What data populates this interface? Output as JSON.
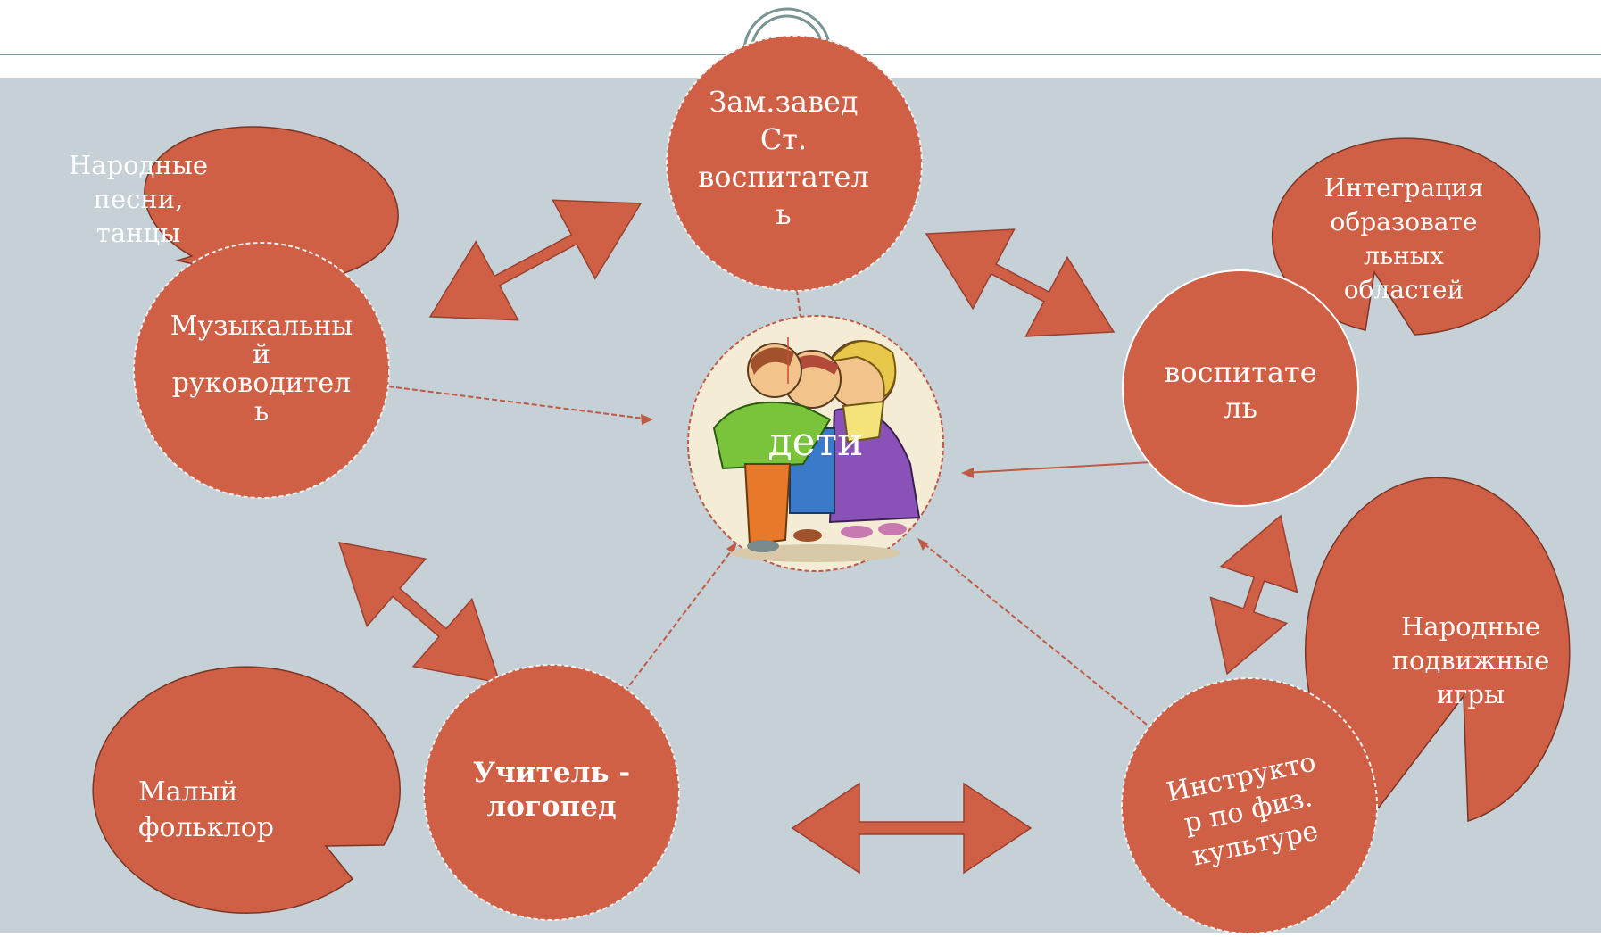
{
  "colors": {
    "background": "#c5d0d7",
    "header_band": "#ffffff",
    "header_rule": "#7a9494",
    "node_fill": "#cf5f45",
    "node_stroke": "#8a3a28",
    "arrow_fill": "#cf5f45",
    "link_line": "#c05a45",
    "text": "#ffffff"
  },
  "center": {
    "label": "дети",
    "image": "children-hugging-illustration"
  },
  "nodes": {
    "deputy_head": {
      "lines": [
        "Зам.завед",
        "Ст.",
        "воспитател",
        "ь"
      ]
    },
    "music_director": {
      "lines": [
        "Музыкальны",
        "й",
        "руководител",
        "ь"
      ]
    },
    "educator": {
      "lines": [
        "воспитате",
        "ль"
      ]
    },
    "speech_therapist": {
      "lines": [
        "Учитель -",
        "логопед"
      ]
    },
    "pe_instructor": {
      "lines": [
        "Инструкто",
        "р по физ.",
        "культуре"
      ]
    }
  },
  "callouts": {
    "folk_songs": {
      "lines": [
        "Народные",
        "песни,",
        "танцы"
      ]
    },
    "integration": {
      "lines": [
        "Интеграция",
        "образовате",
        "льных",
        "областей"
      ]
    },
    "folk_games": {
      "lines": [
        "Народные",
        "подвижные",
        "игры"
      ]
    },
    "small_folklore": {
      "lines": [
        "Малый",
        "фольклор"
      ]
    }
  }
}
